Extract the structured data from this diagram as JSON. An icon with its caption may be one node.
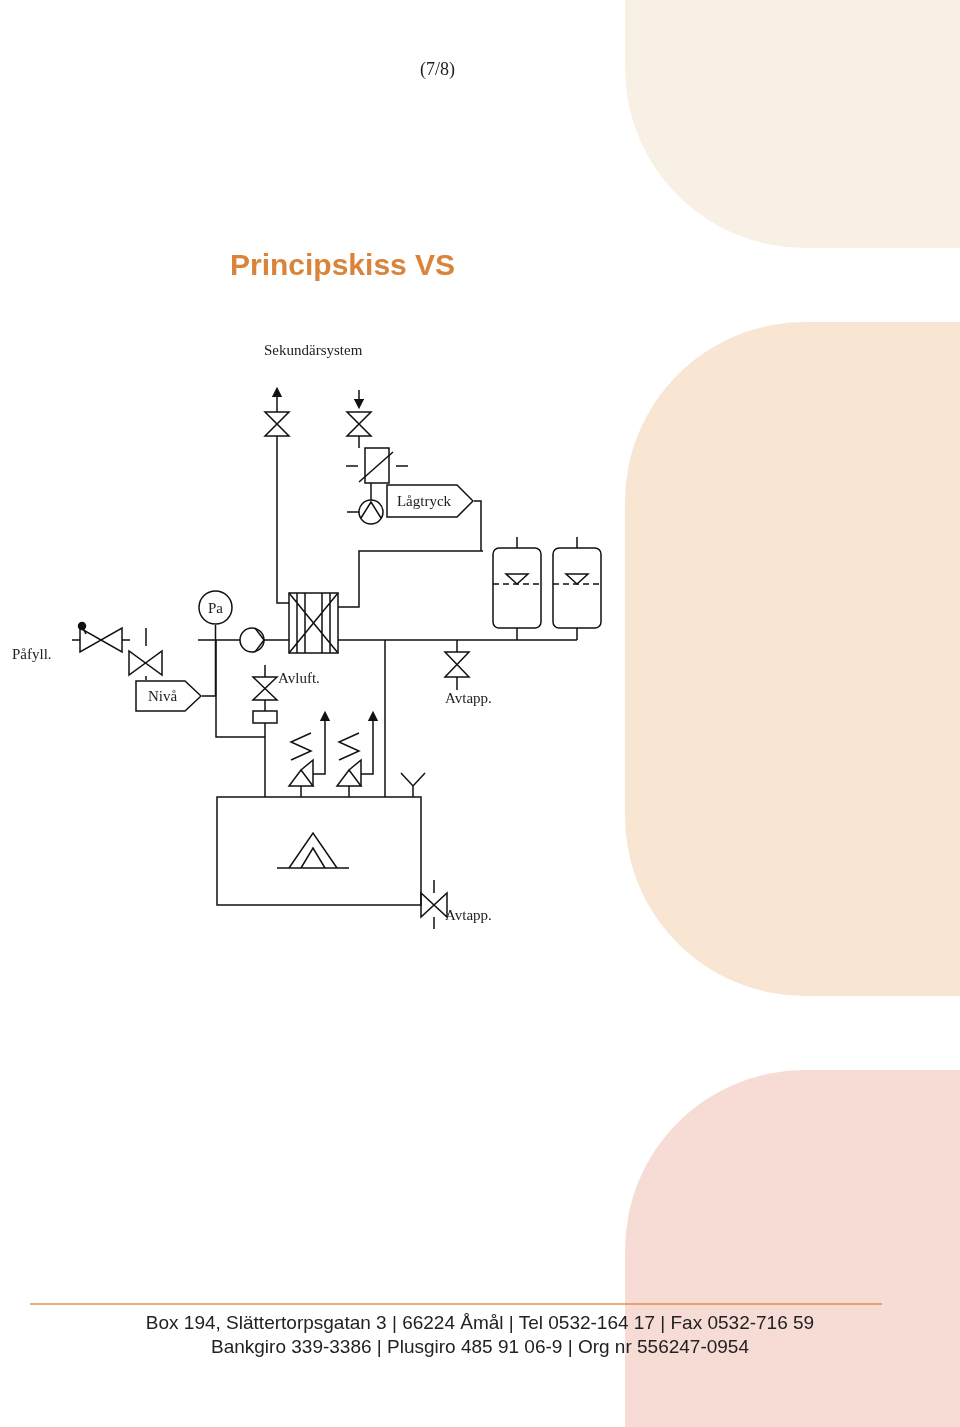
{
  "diagram": {
    "title": "Principskiss VS",
    "nodes": [
      {
        "text": [
          "Pa"
        ]
      },
      {
        "text": [
          "Nivå"
        ]
      },
      {
        "text": [
          "Lågtryck"
        ]
      }
    ],
    "edges": [
      {
        "from": 1,
        "to": 0,
        "arrow": "none"
      }
    ],
    "labels": [
      "(7/8)",
      "Sekundärsystem",
      "Påfyll.",
      "Avluft.",
      "Avtapp.",
      "Avtapp.",
      "Box 194, Slättertorpsgatan 3 | 66224 Åmål | Tel 0532-164 17 | Fax 0532-716 59",
      "Bankgiro 339-3386 | Plusgiro 485 91 06-9 | Org nr 556247-0954"
    ]
  }
}
